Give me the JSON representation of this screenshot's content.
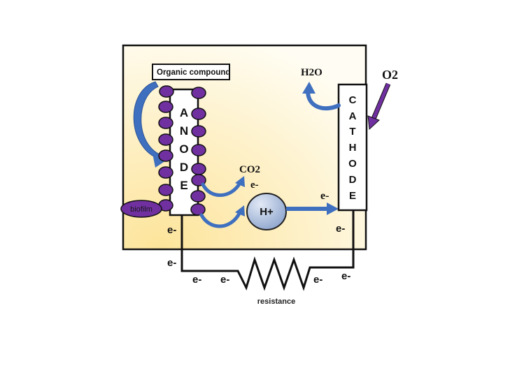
{
  "diagram": {
    "title": "Microbial fuel cell schematic",
    "colors": {
      "container_fill_light": "#fffdf3",
      "container_fill_warm": "#fde9a8",
      "outline": "#111111",
      "biofilm_purple": "#7030a0",
      "arrow_blue": "#3f6fbf",
      "arrow_blue_light": "#6f9ade",
      "o2_arrow": "#7030a0",
      "proton_fill_light": "#d6e0f0",
      "proton_fill_dark": "#8ea6cf",
      "electrode_fill": "#ffffff"
    },
    "labels": {
      "organic_compound": "Organic compound",
      "anode_letters": [
        "A",
        "N",
        "O",
        "D",
        "E"
      ],
      "cathode_letters": [
        "C",
        "A",
        "T",
        "H",
        "O",
        "D",
        "E"
      ],
      "co2": "CO2",
      "h2o": "H2O",
      "o2": "O2",
      "proton": "H+",
      "biofilm": "biofilm",
      "resistance": "resistance",
      "electron": "e-"
    },
    "electron_labels": [
      {
        "id": "anode-to-co2",
        "text": "e-"
      },
      {
        "id": "cathode-incoming",
        "text": "e-"
      },
      {
        "id": "cathode-wire",
        "text": "e-"
      },
      {
        "id": "anode-wire-inner",
        "text": "e-"
      },
      {
        "id": "anode-wire-outer",
        "text": "e-"
      },
      {
        "id": "bottom-left-1",
        "text": "e-"
      },
      {
        "id": "bottom-left-2",
        "text": "e-"
      },
      {
        "id": "bottom-right-1",
        "text": "e-"
      },
      {
        "id": "bottom-right-2",
        "text": "e-"
      }
    ]
  }
}
